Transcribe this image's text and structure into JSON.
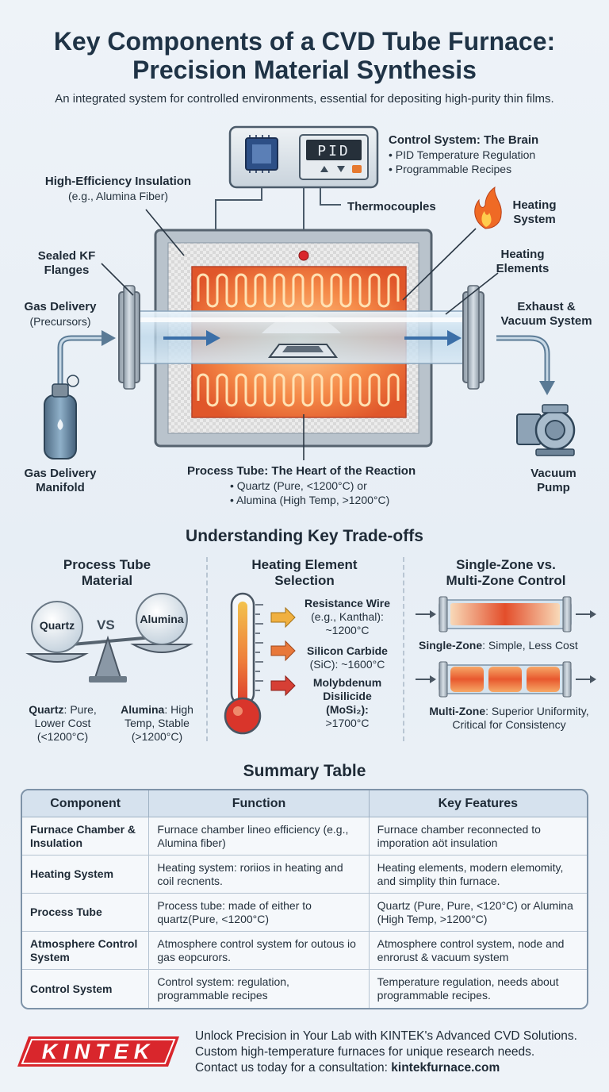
{
  "header": {
    "title_line1": "Key Components of a CVD Tube Furnace:",
    "title_line2": "Precision Material Synthesis",
    "subtitle": "An integrated system for controlled environments, essential for depositing high-purity thin films."
  },
  "diagram": {
    "controller_display": "PID",
    "control_system": {
      "title": "Control System: The Brain",
      "bullets": [
        "• PID Temperature Regulation",
        "• Programmable Recipes"
      ]
    },
    "insulation": {
      "title": "High-Efficiency Insulation",
      "note": "(e.g., Alumina Fiber)"
    },
    "thermocouples": "Thermocouples",
    "heating_system": {
      "line1": "Heating",
      "line2": "System"
    },
    "heating_elements": {
      "line1": "Heating",
      "line2": "Elements"
    },
    "flanges": {
      "line1": "Sealed KF",
      "line2": "Flanges"
    },
    "gas_delivery": {
      "line1": "Gas Delivery",
      "line2": "(Precursors)"
    },
    "exhaust": {
      "line1": "Exhaust &",
      "line2": "Vacuum System"
    },
    "manifold": {
      "line1": "Gas Delivery",
      "line2": "Manifold"
    },
    "pump": {
      "line1": "Vacuum",
      "line2": "Pump"
    },
    "process_tube": {
      "title": "Process Tube: The Heart of the Reaction",
      "bullets": [
        "•  Quartz (Pure, <1200°C) or",
        "• Alumina (High Temp, >1200°C)"
      ]
    }
  },
  "tradeoffs": {
    "title": "Understanding Key Trade-offs",
    "tube_material": {
      "title_line1": "Process Tube",
      "title_line2": "Material",
      "quartz": "Quartz",
      "vs": "VS",
      "alumina": "Alumina",
      "quartz_desc": {
        "name": "Quartz",
        "line1": ": Pure,",
        "line2": "Lower Cost",
        "line3": "(<1200°C)"
      },
      "alumina_desc": {
        "name": "Alumina",
        "line1": ": High",
        "line2": "Temp, Stable",
        "line3": "(>1200°C)"
      }
    },
    "heating_element": {
      "title_line1": "Heating Element",
      "title_line2": "Selection",
      "items": [
        {
          "name": "Resistance Wire",
          "detail1": "(e.g., Kanthal):",
          "detail2": "~1200°C",
          "color": "#f0b040"
        },
        {
          "name": "Silicon Carbide",
          "detail1": "(SiC): ~1600°C",
          "detail2": "",
          "color": "#e8783a"
        },
        {
          "name": "Molybdenum",
          "detail1": "Disilicide",
          "detail2": "(MoSi₂):",
          "detail3": ">1700°C",
          "color": "#d63f35"
        }
      ]
    },
    "zone_control": {
      "title_line1": "Single-Zone vs.",
      "title_line2": "Multi-Zone Control",
      "single": {
        "name": "Single-Zone",
        "desc": ": Simple, Less Cost"
      },
      "multi": {
        "name": "Multi-Zone",
        "desc1": ": Superior Uniformity,",
        "desc2": "Critical for Consistency"
      }
    }
  },
  "summary": {
    "title": "Summary Table",
    "headers": [
      "Component",
      "Function",
      "Key Features"
    ],
    "rows": [
      {
        "component": "Furnace Chamber & Insulation",
        "function": "Furnace chamber lineo efficiency (e.g., Alumina fiber)",
        "features": "Furnace chamber reconnected to imporation aöt insulation"
      },
      {
        "component": "Heating System",
        "function": "Heating system: roriios in heating and coil recnents.",
        "features": "Heating elements, modern elemomity, and simplity thin furnace."
      },
      {
        "component": "Process Tube",
        "function": "Process tube: made of either to quartz(Pure, <1200°C)",
        "features": "Quartz (Pure, Pure, <120°C) or Alumina (High Temp, >1200°C)"
      },
      {
        "component": "Atmosphere Control System",
        "function": "Atmosphere control system for outous io gas eopcurors.",
        "features": "Atmosphere control system, node and enrorust & vacuum system"
      },
      {
        "component": "Control System",
        "function": "Control system: regulation, programmable recipes",
        "features": "Temperature regulation, needs about programmable recipes."
      }
    ]
  },
  "footer": {
    "logo": "KINTEK",
    "line1": "Unlock Precision in Your Lab with KINTEK's Advanced CVD Solutions.",
    "line2": "Custom high-temperature furnaces for unique research needs.",
    "line3_prefix": "Contact us today for a consultation: ",
    "line3_link": "kintekfurnace.com"
  },
  "colors": {
    "accent": "#1f3346",
    "brand_red": "#d9262c",
    "heat_orange": "#f07a2e"
  }
}
